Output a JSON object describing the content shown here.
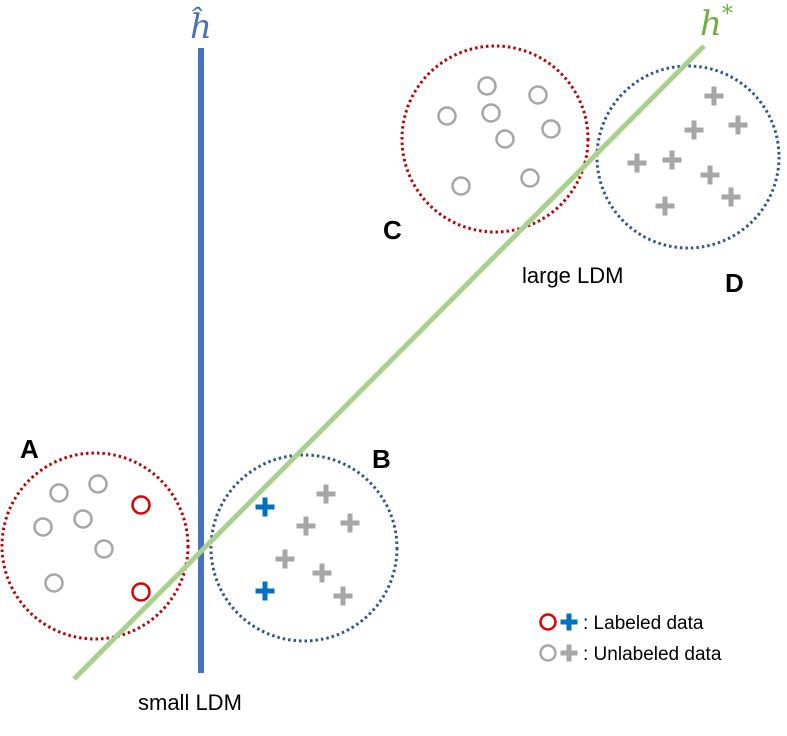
{
  "labels": {
    "h_hat": "ĥ",
    "h_star": "h",
    "h_star_sup": "*",
    "small_ldm": "small LDM",
    "large_ldm": "large LDM"
  },
  "clusters": [
    {
      "id": "A",
      "label": "A",
      "point_marker": "circle"
    },
    {
      "id": "B",
      "label": "B",
      "point_marker": "plus"
    },
    {
      "id": "C",
      "label": "C",
      "point_marker": "circle"
    },
    {
      "id": "D",
      "label": "D",
      "point_marker": "plus"
    }
  ],
  "legend": {
    "labeled_text": ": Labeled data",
    "unlabeled_text": ": Unlabeled data"
  },
  "colors": {
    "h_hat_line": "#4472c4",
    "h_star_line": "#a9d18e",
    "h_star_text": "#70ad47",
    "red_circle": "#c00000",
    "blue_circle": "#2f5597",
    "labeled_circle": "#e00000",
    "labeled_plus": "#0070c0",
    "unlabeled": "#a6a6a6"
  }
}
